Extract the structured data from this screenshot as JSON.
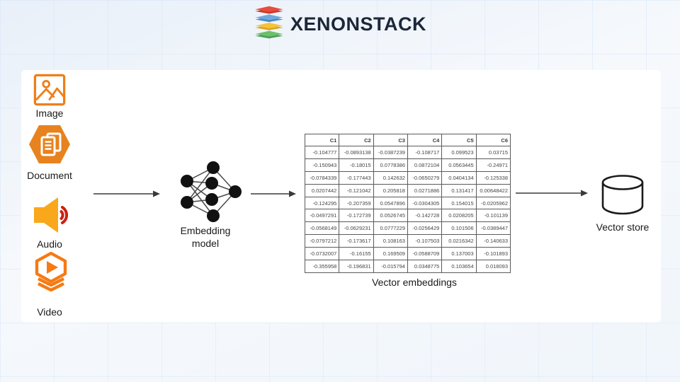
{
  "logo": {
    "text": "XENONSTACK",
    "icon": "xenonstack-layers-icon"
  },
  "colors": {
    "accent_orange": "#EE7F1A",
    "audio_speaker": "#F9A71B",
    "wave_red": "#CE1F10",
    "node_black": "#111111",
    "logo_navy": "#1D2739",
    "logo_layers": [
      "#E84C3D",
      "#5C9CE5",
      "#F5C33B",
      "#63BB67"
    ],
    "grid_blue": "#B0CEF0"
  },
  "sources": {
    "items": [
      {
        "label": "Image",
        "icon": "image-icon"
      },
      {
        "label": "Document",
        "icon": "document-icon"
      },
      {
        "label": "Audio",
        "icon": "audio-icon"
      },
      {
        "label": "Video",
        "icon": "video-icon"
      }
    ]
  },
  "pipeline": {
    "model_label": "Embedding model",
    "model_icon": "neural-network-icon",
    "arrows": [
      "arrow-sources-to-model",
      "arrow-model-to-table",
      "arrow-table-to-store"
    ]
  },
  "table": {
    "caption": "Vector embeddings",
    "columns": [
      "C1",
      "C2",
      "C3",
      "C4",
      "C5",
      "C6"
    ],
    "rows": [
      [
        "-0.104777",
        "-0.0893138",
        "-0.0387239",
        "-0.108717",
        "0.099523",
        "0.03715"
      ],
      [
        "-0.150943",
        "-0.18015",
        "0.0778386",
        "0.0872104",
        "0.0563445",
        "-0.24971"
      ],
      [
        "-0.0784339",
        "-0.177443",
        "0.142632",
        "-0.0650279",
        "0.0404134",
        "-0.125338"
      ],
      [
        "0.0207442",
        "-0.121042",
        "0.205818",
        "0.0271886",
        "0.131417",
        "0.00648422"
      ],
      [
        "-0.124295",
        "-0.207359",
        "0.0547896",
        "-0.0304305",
        "0.154015",
        "-0.0205962"
      ],
      [
        "-0.0497291",
        "-0.172739",
        "0.0526745",
        "-0.142728",
        "0.0208205",
        "-0.101139"
      ],
      [
        "-0.0568149",
        "-0.0629231",
        "0.0777229",
        "-0.0256429",
        "0.101506",
        "-0.0389447"
      ],
      [
        "-0.0797212",
        "-0.173617",
        "0.108163",
        "-0.107503",
        "0.0216342",
        "-0.140633"
      ],
      [
        "-0.0732007",
        "-0.16155",
        "0.169509",
        "-0.0588709",
        "0.137003",
        "-0.101893"
      ],
      [
        "-0.355958",
        "-0.196831",
        "-0.015794",
        "0.0348775",
        "0.103654",
        "0.018093"
      ]
    ]
  },
  "store": {
    "label": "Vector store",
    "icon": "database-cylinder-icon"
  }
}
